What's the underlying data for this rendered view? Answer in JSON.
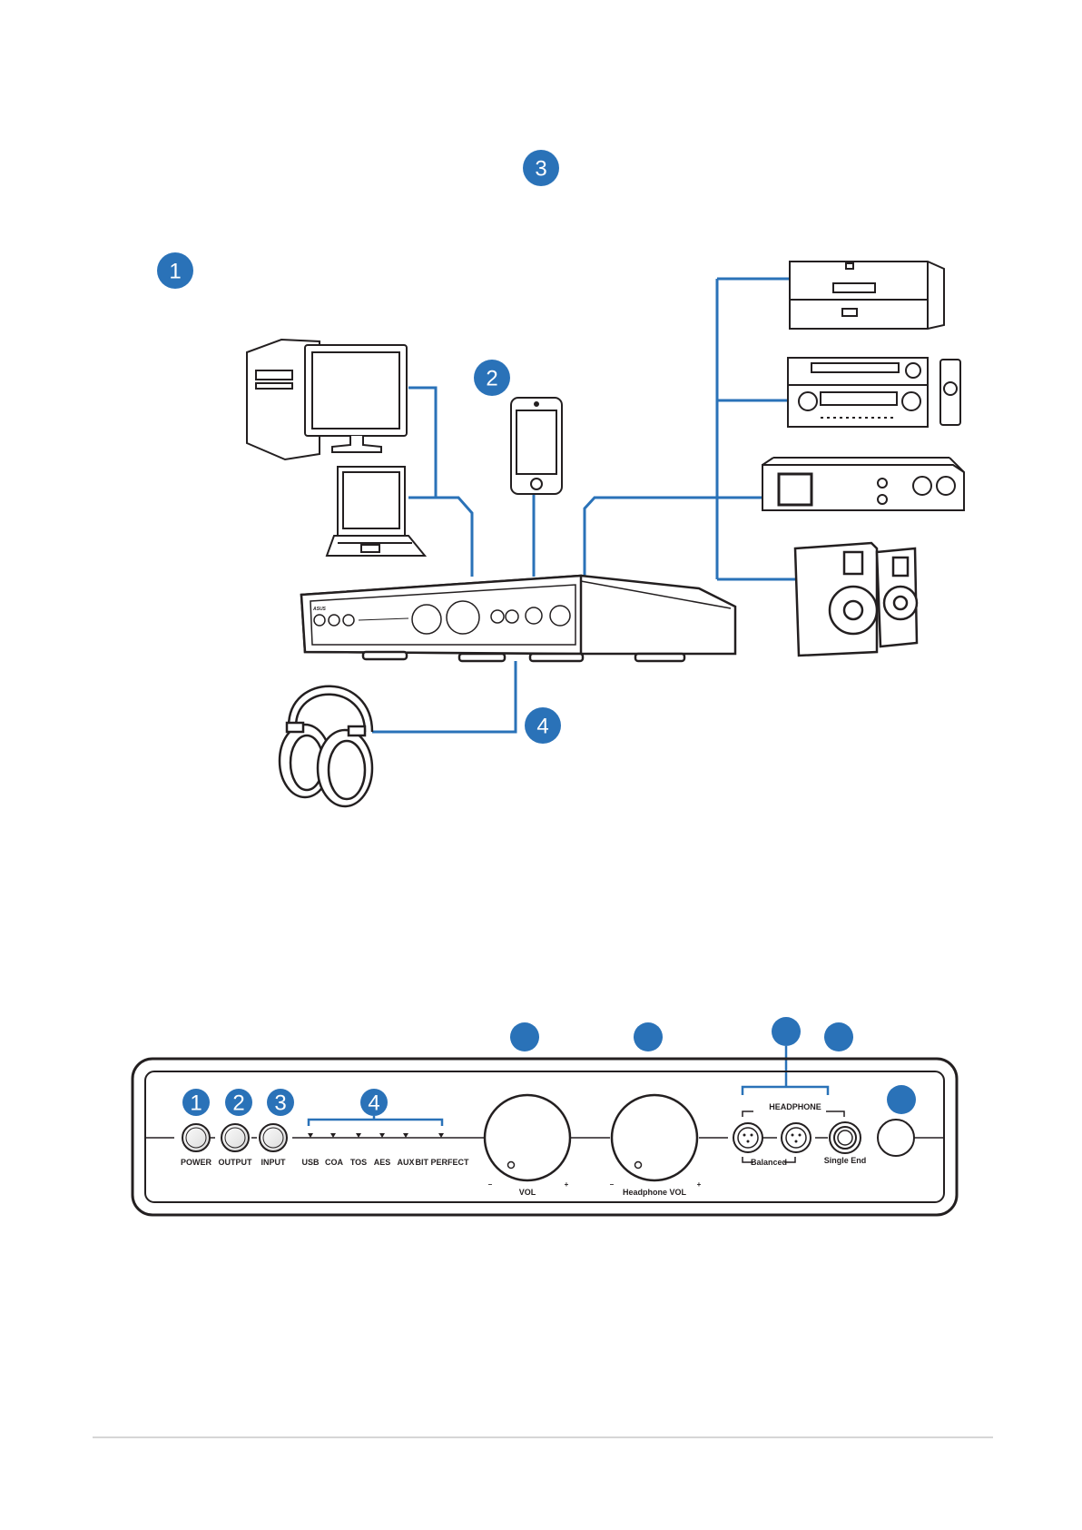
{
  "colors": {
    "accent": "#2a72b8",
    "line": "#231f20",
    "cable": "#2a72b8"
  },
  "top_diagram": {
    "badges": {
      "b1": "1",
      "b2": "2",
      "b3": "3",
      "b4": "4"
    },
    "device_logo": "ASUS",
    "device_tiny_labels": {
      "power": "POWER",
      "output": "OUTPUT",
      "input": "INPUT",
      "leds": "USB COA TOS AES AUX BIT PERFECT",
      "vol": "VOL",
      "hp_vol": "Headphone VOL",
      "headphone": "HEADPHONE",
      "balanced": "Balanced",
      "single_end": "Single End"
    },
    "sources": [
      "desktop-computer",
      "laptop",
      "smartphone"
    ],
    "outputs": [
      "cd-player",
      "av-receiver",
      "power-amplifier",
      "speakers"
    ],
    "headphones": "headphones"
  },
  "front_panel": {
    "badges": {
      "b1": "1",
      "b2": "2",
      "b3": "3",
      "b4": "4"
    },
    "buttons": [
      "POWER",
      "OUTPUT",
      "INPUT"
    ],
    "leds": [
      "USB",
      "COA",
      "TOS",
      "AES",
      "AUX",
      "BIT PERFECT"
    ],
    "vol_label": "VOL",
    "hp_vol_label": "Headphone VOL",
    "minus": "–",
    "plus": "+",
    "headphone_label": "HEADPHONE",
    "balanced_label": "Balanced",
    "single_end_label": "Single End"
  }
}
